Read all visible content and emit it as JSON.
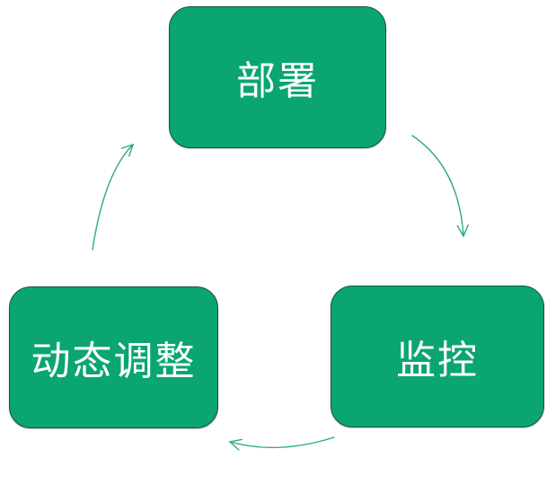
{
  "diagram": {
    "type": "cycle",
    "nodes": [
      {
        "id": "deploy",
        "label": "部署"
      },
      {
        "id": "monitor",
        "label": "监控"
      },
      {
        "id": "adjust",
        "label": "动态调整"
      }
    ],
    "edges": [
      {
        "from": "deploy",
        "to": "monitor"
      },
      {
        "from": "monitor",
        "to": "adjust"
      },
      {
        "from": "adjust",
        "to": "deploy"
      }
    ],
    "colors": {
      "node_fill": "#0aa573",
      "node_border": "#16543c",
      "node_text": "#ffffff",
      "arrow": "#2bab81",
      "background": "#ffffff"
    }
  }
}
